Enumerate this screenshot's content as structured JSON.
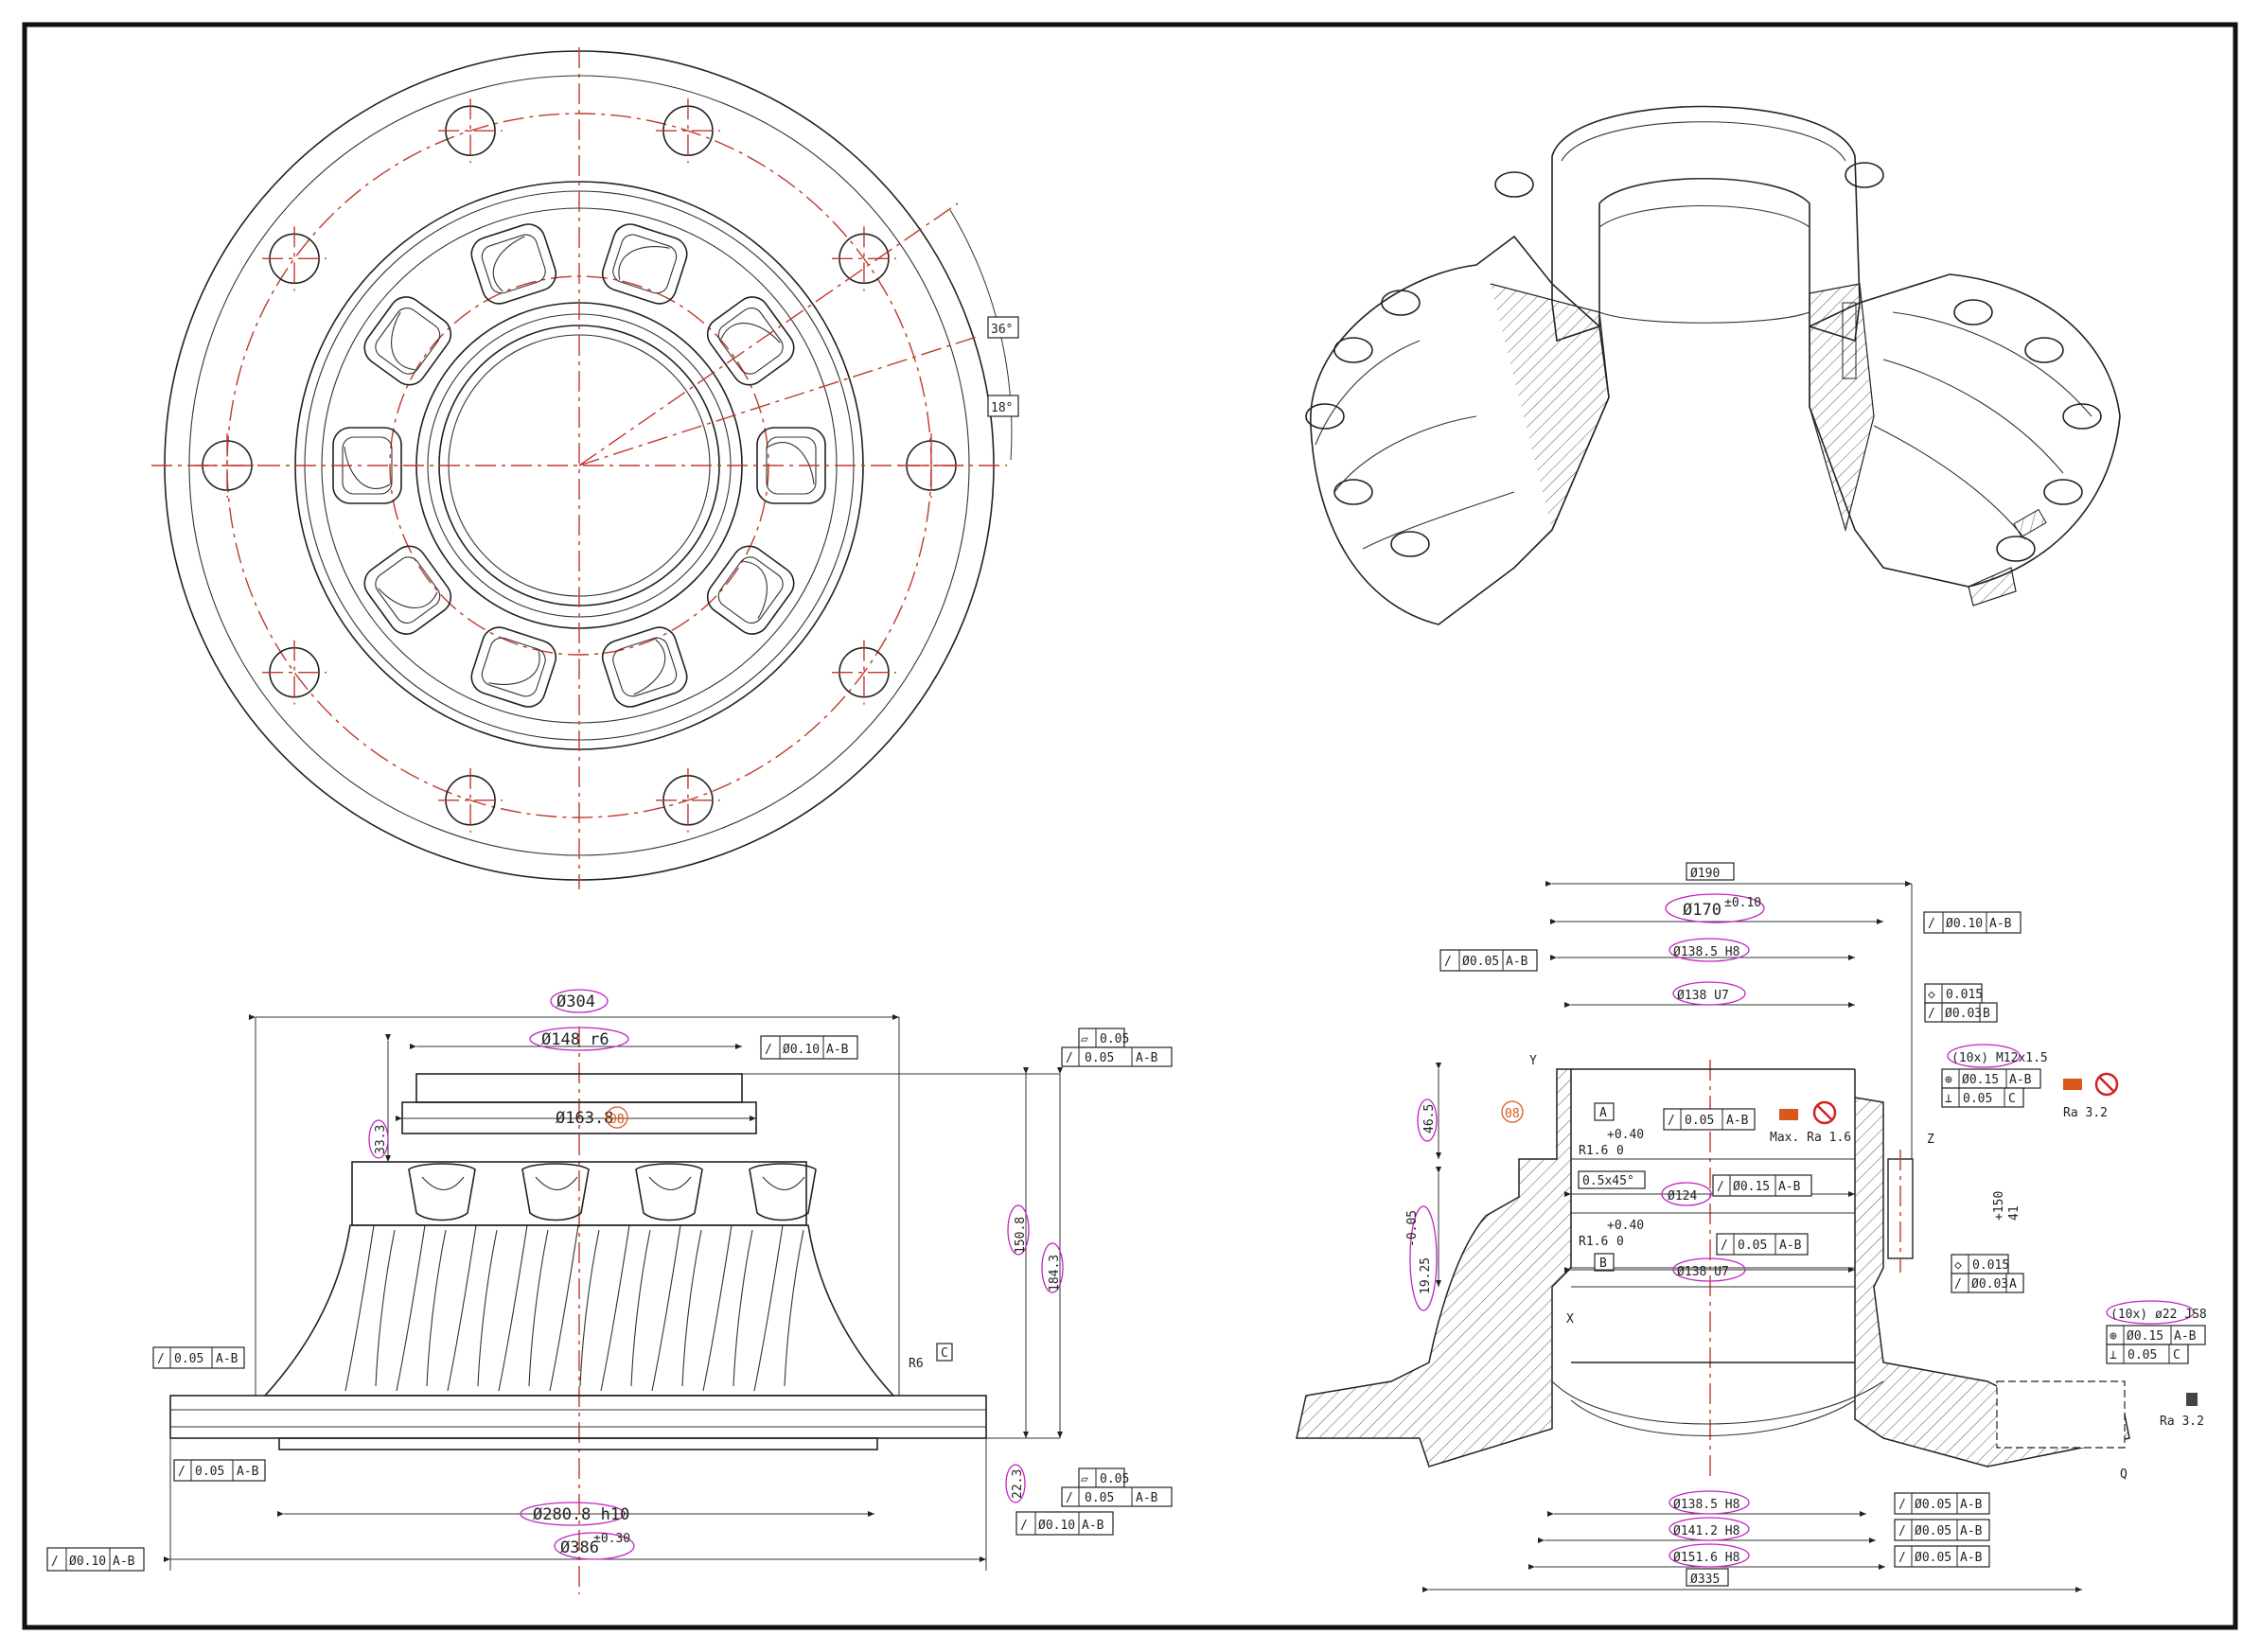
{
  "colors": {
    "centerline": "#c0392b",
    "dimension_oval": "#c026c0",
    "inspection_mark": "#d9581c",
    "prohibition": "#d42020"
  },
  "top_view": {
    "angle_36": "36°",
    "angle_18": "18°"
  },
  "front_view": {
    "d304": "Ø304",
    "d148": "Ø148 r6",
    "d163": "Ø163.8",
    "tag_08": "08",
    "d280": "Ø280.8 h10",
    "d386": "Ø386",
    "d386_tol": "±0.30",
    "h150": "150.8",
    "h184": "184.3",
    "h33": "33.3",
    "h22": "22.3",
    "r6": "R6",
    "datum_c": "C",
    "fcf_top": [
      "/",
      "Ø0.10",
      "A-B"
    ],
    "fcf_flat": [
      "▱",
      "0.05"
    ],
    "fcf_runout_top": [
      "/",
      "0.05",
      "A-B"
    ],
    "fcf_left": [
      "/",
      "0.05",
      "A-B"
    ],
    "fcf_flange": [
      "/",
      "0.05",
      "A-B"
    ],
    "fcf_bot_flat": [
      "▱",
      "0.05"
    ],
    "fcf_bot_runout": [
      "/",
      "0.05",
      "A-B"
    ],
    "fcf_280": [
      "/",
      "Ø0.10",
      "A-B"
    ],
    "fcf_386": [
      "/",
      "Ø0.10",
      "A-B"
    ]
  },
  "section_view": {
    "d190": "Ø190",
    "d170": "Ø170",
    "d170_tol": "±0.10",
    "d1385": "Ø138.5 H8",
    "d138": "Ø138 U7",
    "d124": "Ø124",
    "d138b": "Ø138 U7",
    "h465": "46.5",
    "h1925": "19.25",
    "h1925_tol": "-0.05",
    "r16a": "R1.6",
    "r16b": "R1.6",
    "tol_040a": "+0.40",
    "tol_0a": "0",
    "tol_040b": "+0.40",
    "tol_0b": "0",
    "chamfer": "0.5x45°",
    "datum_a": "A",
    "datum_b": "B",
    "tag_08": "08",
    "label_y": "Y",
    "label_x": "X",
    "label_z": "Z",
    "label_q": "Q",
    "h150": "+150",
    "h41": "41",
    "max_ra": "Max. Ra 1.6",
    "ra32a": "Ra 3.2",
    "ra32b": "Ra 3.2",
    "thread": "(10x) M12x1.5",
    "hole": "(10x) ø22 JS8",
    "b1385": "Ø138.5 H8",
    "b1412": "Ø141.2 H8",
    "b1516": "Ø151.6 H8",
    "b335": "Ø335",
    "fcf_left": [
      "/",
      "Ø0.05",
      "A-B"
    ],
    "fcf_170": [
      "/",
      "Ø0.10",
      "A-B"
    ],
    "fcf_cyl1": [
      "◇",
      "0.015"
    ],
    "fcf_run1": [
      "/",
      "Ø0.03",
      "B"
    ],
    "fcf_pos_thread": [
      "⊕",
      "Ø0.15",
      "A-B"
    ],
    "fcf_perp_thread": [
      "⊥",
      "0.05",
      "C"
    ],
    "fcf_a_run": [
      "/",
      "0.05",
      "A-B"
    ],
    "fcf_124": [
      "/",
      "Ø0.15",
      "A-B"
    ],
    "fcf_mid": [
      "/",
      "0.05",
      "A-B"
    ],
    "fcf_cyl2": [
      "◇",
      "0.015"
    ],
    "fcf_run2": [
      "/",
      "Ø0.03",
      "A"
    ],
    "fcf_pos_hole": [
      "⊕",
      "Ø0.15",
      "A-B"
    ],
    "fcf_perp_hole": [
      "⊥",
      "0.05",
      "C"
    ],
    "fcf_b1": [
      "/",
      "Ø0.05",
      "A-B"
    ],
    "fcf_b2": [
      "/",
      "Ø0.05",
      "A-B"
    ],
    "fcf_b3": [
      "/",
      "Ø0.05",
      "A-B"
    ]
  }
}
